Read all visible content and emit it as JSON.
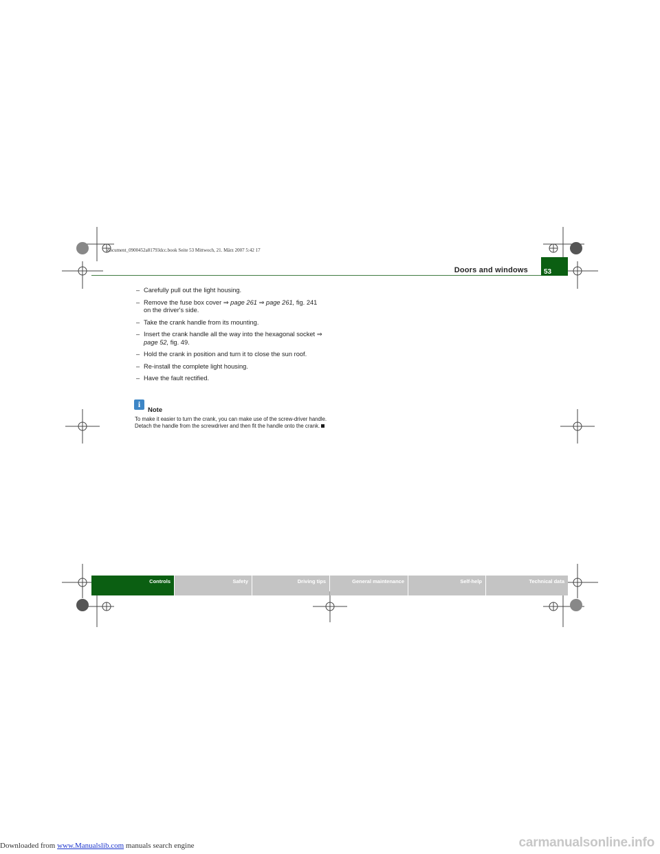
{
  "doc_meta": "document_0900452a81793dcc.book  Seite 53  Mittwoch, 21. März 2007  5:42 17",
  "header": {
    "title": "Doors and windows",
    "page_number": "53"
  },
  "steps": [
    {
      "dash": "–",
      "text": "Carefully pull out the light housing."
    },
    {
      "dash": "–",
      "text": "Remove the fuse box cover ",
      "arrow": "⇒",
      "ref": "page 261",
      "arrow2": " ⇒ ",
      "ref2": "page 261,",
      "text_after": " fig. 241 on the driver's side."
    },
    {
      "dash": "–",
      "text": "Take the crank handle from its mounting."
    },
    {
      "dash": "–",
      "text": "Insert the crank handle all the way into the hexagonal socket ",
      "arrow": "⇒",
      "ref": " page 52,",
      "text_after": " fig. 49."
    },
    {
      "dash": "–",
      "text": "Hold the crank in position and turn it to close the sun roof."
    },
    {
      "dash": "–",
      "text": "Re-install the complete light housing."
    },
    {
      "dash": "–",
      "text": "Have the fault rectified."
    }
  ],
  "note": {
    "icon": "info-icon",
    "icon_glyph": "i",
    "label": "Note",
    "text": "To make it easier to turn the crank, you can make use of the screw-driver handle. Detach the handle from the screwdriver and then fit the handle onto the crank."
  },
  "nav_tabs": [
    {
      "label": "Controls",
      "active": true
    },
    {
      "label": "Safety",
      "active": false
    },
    {
      "label": "Driving tips",
      "active": false
    },
    {
      "label": "General maintenance",
      "active": false
    },
    {
      "label": "Self-help",
      "active": false
    },
    {
      "label": "Technical data",
      "active": false
    }
  ],
  "footer": {
    "prefix": "Downloaded from ",
    "link": "www.Manualslib.com",
    "suffix": "  manuals search engine"
  },
  "brand": "carmanualsonline.info",
  "colors": {
    "accent_green": "#0b5f12",
    "tab_grey": "#c4c4c4",
    "info_blue": "#3d86c6"
  }
}
